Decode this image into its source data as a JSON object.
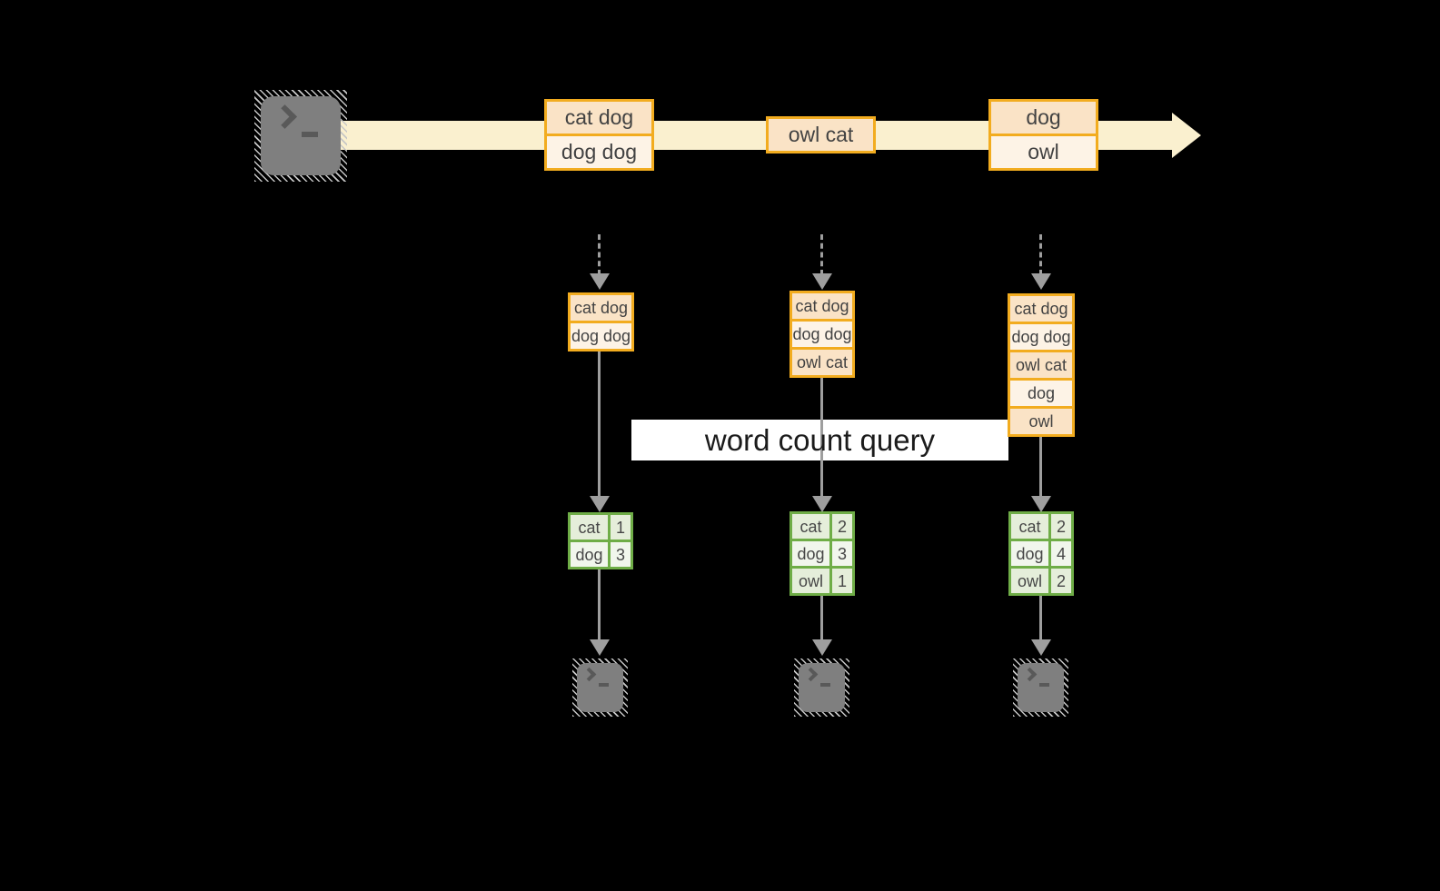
{
  "figure": {
    "banner": {
      "label": "word count query"
    },
    "timeline": {
      "events": [
        {
          "rows": [
            "cat dog",
            "dog dog"
          ]
        },
        {
          "rows": [
            "owl cat"
          ]
        },
        {
          "rows": [
            "dog",
            "owl"
          ]
        }
      ]
    },
    "pipelines": [
      {
        "buffer": [
          "cat dog",
          "dog dog"
        ],
        "counts": [
          [
            "cat",
            "1"
          ],
          [
            "dog",
            "3"
          ]
        ]
      },
      {
        "buffer": [
          "cat dog",
          "dog dog",
          "owl cat"
        ],
        "counts": [
          [
            "cat",
            "2"
          ],
          [
            "dog",
            "3"
          ],
          [
            "owl",
            "1"
          ]
        ]
      },
      {
        "buffer": [
          "cat dog",
          "dog dog",
          "owl cat",
          "dog",
          "owl"
        ],
        "counts": [
          [
            "cat",
            "2"
          ],
          [
            "dog",
            "4"
          ],
          [
            "owl",
            "2"
          ]
        ]
      }
    ],
    "colors": {
      "background": "#000000",
      "stream_band": "#FAF0CF",
      "record_border": "#F2AC1F",
      "record_fill_dark": "#FAE3C6",
      "record_fill_light": "#FDF3E6",
      "table_border": "#6FAD47",
      "table_cell_dark": "#E5EEDA",
      "table_cell_light": "#F1F6EC",
      "arrow_gray": "#9E9E9E",
      "terminal_gray": "#7F7F7F",
      "banner_bg": "#FFFFFF"
    }
  }
}
